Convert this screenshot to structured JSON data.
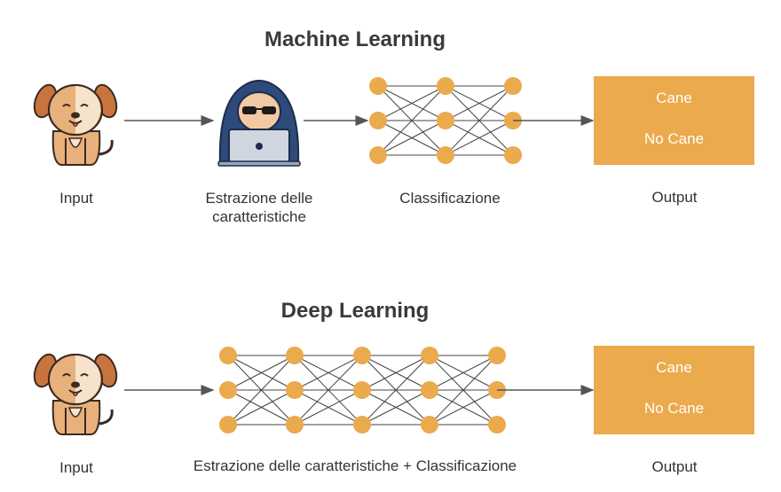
{
  "sections": [
    {
      "title": "Machine Learning",
      "input_label": "Input",
      "middle1_label": [
        "Estrazione delle",
        "caratteristiche"
      ],
      "middle2_label": "Classificazione",
      "output_label": "Output",
      "output_classes": [
        "Cane",
        "No Cane"
      ]
    },
    {
      "title": "Deep Learning",
      "input_label": "Input",
      "middle_label": "Estrazione delle caratteristiche + Classificazione",
      "output_label": "Output",
      "output_classes": [
        "Cane",
        "No Cane"
      ]
    }
  ],
  "colors": {
    "accent": "#ebaa4c",
    "arrow": "#555555",
    "text": "#333333"
  },
  "icons": [
    "dog-icon",
    "hacker-laptop-icon"
  ]
}
